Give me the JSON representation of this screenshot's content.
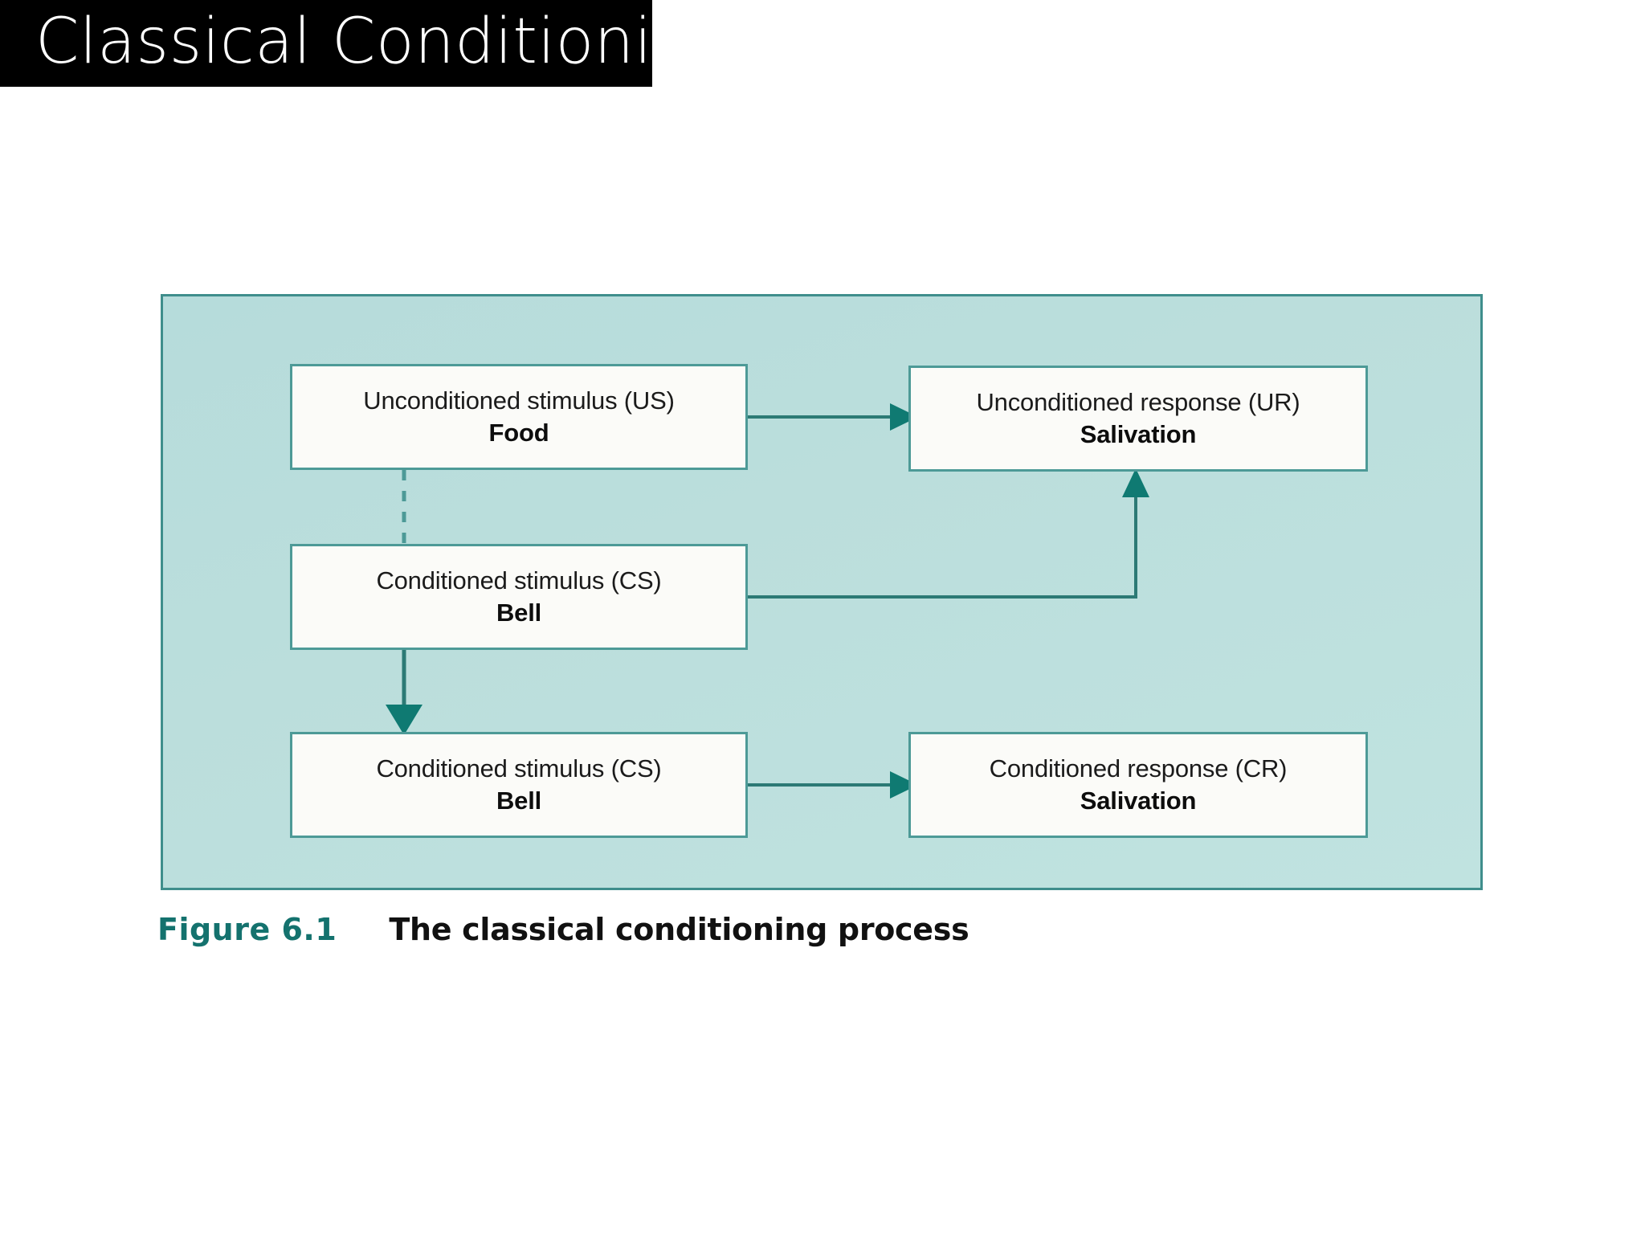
{
  "slide": {
    "title": "Classical Conditioning",
    "background_color": "#ffffff",
    "banner_color": "#000000",
    "title_color": "#ffffff"
  },
  "figure": {
    "panel_fill": "#bbdedc",
    "panel_border": "#3f8e8c",
    "accent_color": "#14726e",
    "box_fill": "#fbfbf8",
    "box_border": "#4d9a97",
    "caption": {
      "number": "Figure 6.1",
      "title": "The classical conditioning process"
    },
    "boxes": [
      {
        "id": "us",
        "title": "Unconditioned stimulus (US)",
        "value": "Food"
      },
      {
        "id": "ur",
        "title": "Unconditioned response (UR)",
        "value": "Salivation"
      },
      {
        "id": "cs1",
        "title": "Conditioned stimulus (CS)",
        "value": "Bell"
      },
      {
        "id": "cs2",
        "title": "Conditioned stimulus (CS)",
        "value": "Bell"
      },
      {
        "id": "cr",
        "title": "Conditioned response (CR)",
        "value": "Salivation"
      }
    ],
    "connectors": [
      {
        "id": "us-to-ur",
        "from": "us",
        "to": "ur",
        "style": "solid",
        "arrow": true,
        "direction": "right"
      },
      {
        "id": "us-to-cs1",
        "from": "us",
        "to": "cs1",
        "style": "dashed",
        "arrow": false,
        "direction": "down"
      },
      {
        "id": "cs1-to-ur",
        "from": "cs1",
        "to": "ur",
        "style": "elbow",
        "arrow": true,
        "direction": "right-up"
      },
      {
        "id": "cs1-to-cs2",
        "from": "cs1",
        "to": "cs2",
        "style": "solid",
        "arrow": true,
        "direction": "down"
      },
      {
        "id": "cs2-to-cr",
        "from": "cs2",
        "to": "cr",
        "style": "solid",
        "arrow": true,
        "direction": "right"
      }
    ]
  }
}
